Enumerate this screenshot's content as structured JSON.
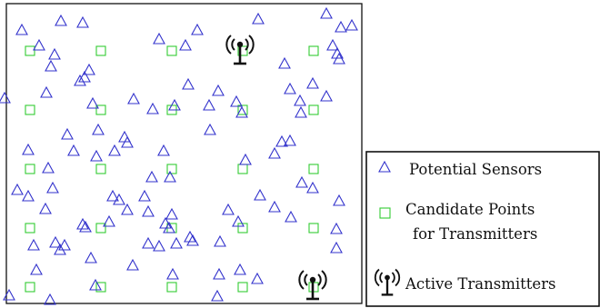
{
  "colors": {
    "sensor": "#3333cc",
    "candidate": "#33cc33",
    "transmitter": "#111111",
    "border": "#111111"
  },
  "legend": {
    "sensors_label": "Potential Sensors",
    "candidates_label_line1": "Candidate Points",
    "candidates_label_line2": "for Transmitters",
    "transmitters_label": "Active Transmitters"
  },
  "icons": {
    "sensor": "triangle-outline-icon",
    "candidate": "square-outline-icon",
    "transmitter": "antenna-icon"
  }
}
